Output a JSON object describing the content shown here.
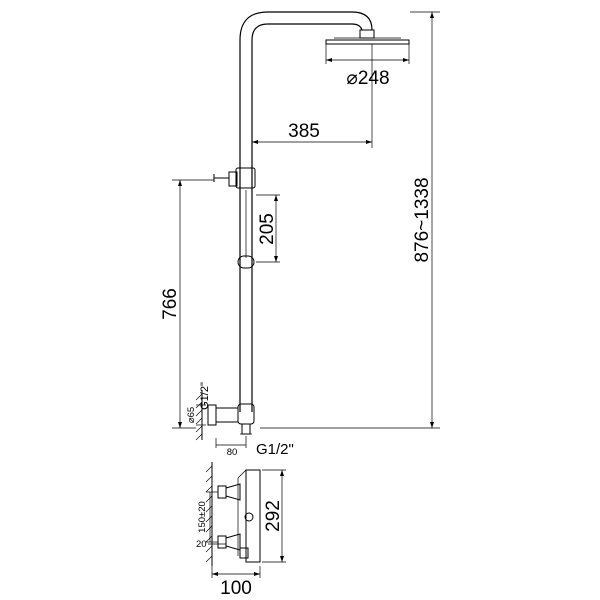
{
  "dimensions": {
    "head_diameter": "⌀248",
    "arm_reach": "385",
    "slide_length": "205",
    "overall_height": "876~1338",
    "outlet_height": "766",
    "inlet_thread_side": "G1/2\"",
    "flange_diameter": "⌀65",
    "outlet_offset": "80",
    "outlet_thread": "G1/2\"",
    "mixer_height": "292",
    "inlet_spacing": "150±20",
    "wall_depth": "20",
    "mixer_depth": "100"
  }
}
